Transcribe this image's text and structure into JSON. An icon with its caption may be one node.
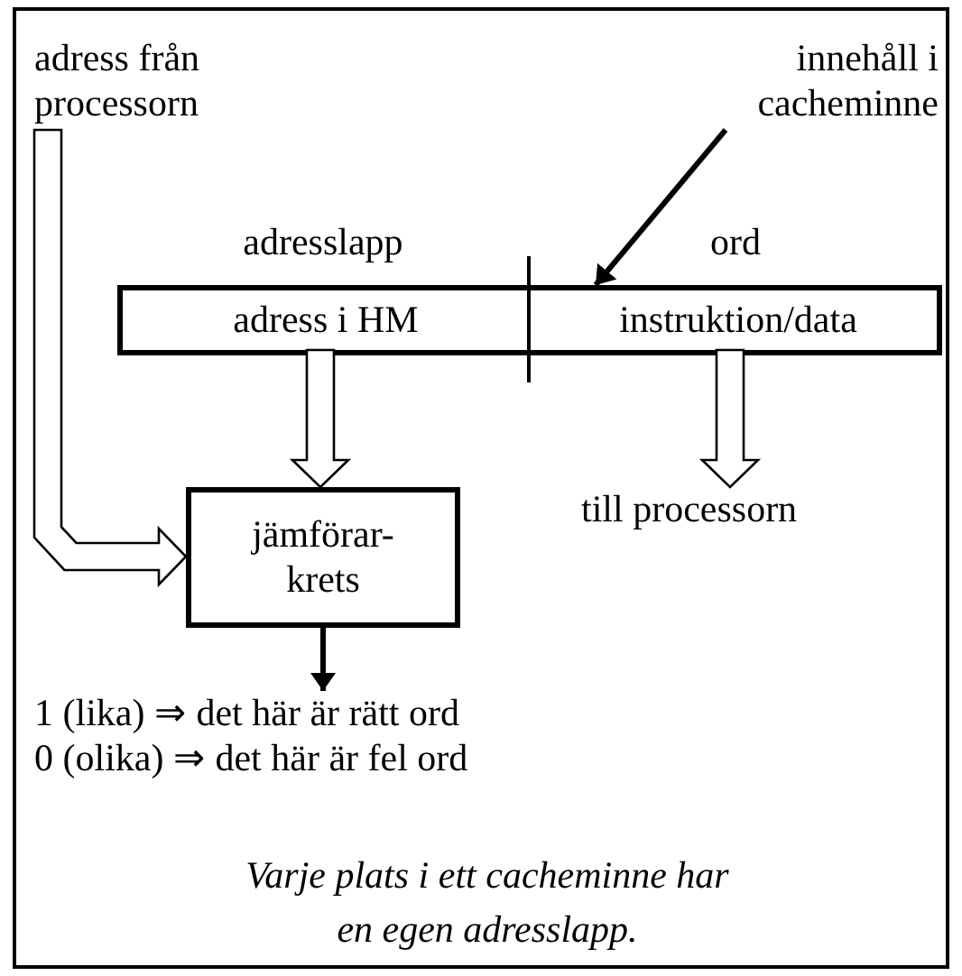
{
  "diagram": {
    "nodes": [
      {
        "text": [
          "adress från processorn"
        ]
      },
      {
        "text": [
          "innehåll i cacheminne"
        ]
      },
      {
        "text": [],
        "shape": "box"
      },
      {
        "text": [
          "adress i HM"
        ],
        "in": 2
      },
      {
        "text": [
          "instruktion/data"
        ],
        "in": 2
      },
      {
        "text": [
          "jämförar- krets"
        ]
      },
      {
        "text": [
          "till processorn"
        ]
      },
      {
        "text": [
          "1 (lika) ⇒ det här är rätt ord",
          "0 (olika) ⇒ det här är fel ord"
        ]
      }
    ],
    "edges": [
      {
        "from": 1,
        "to": 2,
        "arrow": "to"
      },
      {
        "from": 0,
        "to": 5,
        "arrow": "to"
      },
      {
        "from": 3,
        "to": 5,
        "arrow": "to"
      },
      {
        "from": 4,
        "to": 6,
        "arrow": "to"
      },
      {
        "from": 5,
        "to": 7,
        "arrow": "to"
      }
    ],
    "labels": [
      "adresslapp",
      "ord"
    ],
    "caption": "Varje plats i ett cacheminne har en egen adresslapp."
  }
}
